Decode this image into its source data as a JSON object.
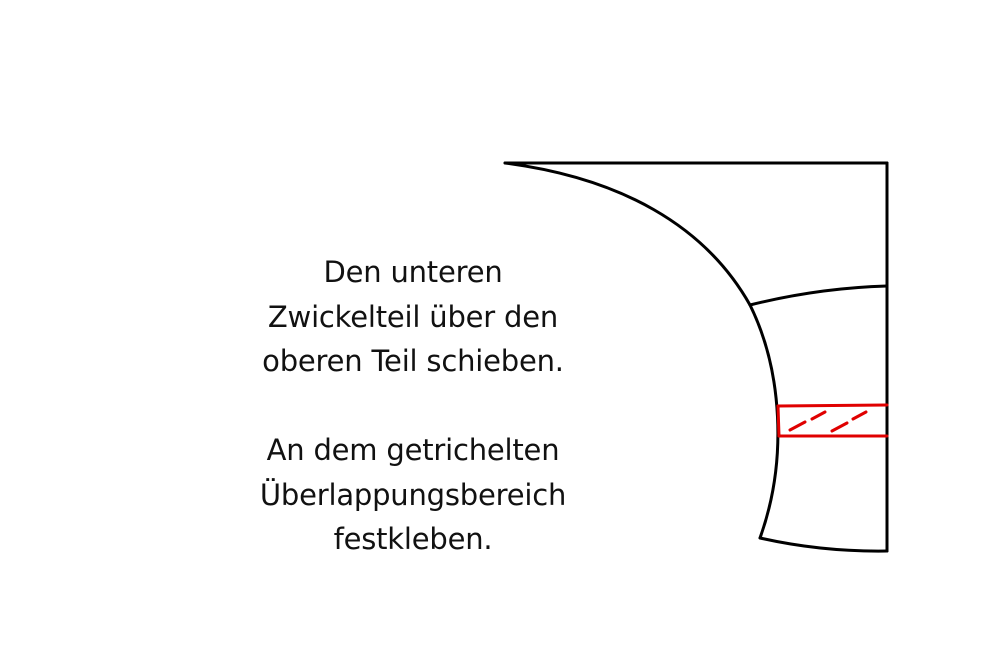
{
  "instructions": {
    "paragraph_1": [
      "Den unteren",
      "Zwickelteil über den",
      "oberen Teil schieben."
    ],
    "paragraph_2": [
      "An dem getrichelten",
      "Überlappungsbereich",
      "festkleben."
    ]
  },
  "colors": {
    "outline": "#000000",
    "overlap": "#e00000",
    "text": "#111111",
    "background": "#ffffff"
  }
}
